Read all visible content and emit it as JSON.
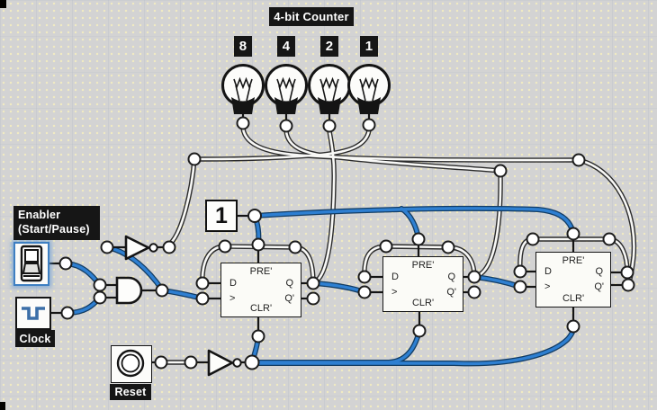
{
  "title_badge": "4-bit Counter",
  "bulbs": [
    {
      "label": "8"
    },
    {
      "label": "4"
    },
    {
      "label": "2"
    },
    {
      "label": "1"
    }
  ],
  "enabler": {
    "label_line1": "Enabler",
    "label_line2": "(Start/Pause)"
  },
  "clock": {
    "label": "Clock"
  },
  "reset": {
    "label": "Reset"
  },
  "constant": {
    "value": "1"
  },
  "flipflops": [
    {
      "pre": "PRE'",
      "d": "D",
      "clk": ">",
      "clr": "CLR'",
      "q": "Q",
      "qn": "Q'"
    },
    {
      "pre": "PRE'",
      "d": "D",
      "clk": ">",
      "clr": "CLR'",
      "q": "Q",
      "qn": "Q'"
    },
    {
      "pre": "PRE'",
      "d": "D",
      "clk": ">",
      "clr": "CLR'",
      "q": "Q",
      "qn": "Q'"
    }
  ],
  "colors": {
    "wire_high": "#2e7fd1",
    "wire_low": "#f8f8f6",
    "background": "#d3d3d3",
    "badge_bg": "#161616",
    "badge_text": "#ffffff",
    "selection_blue": "#3e7fc1"
  },
  "icons": {
    "enabler": "toggle-switch-icon",
    "clock": "square-wave-icon",
    "reset": "push-button-icon",
    "bulb": "light-bulb-icon"
  }
}
